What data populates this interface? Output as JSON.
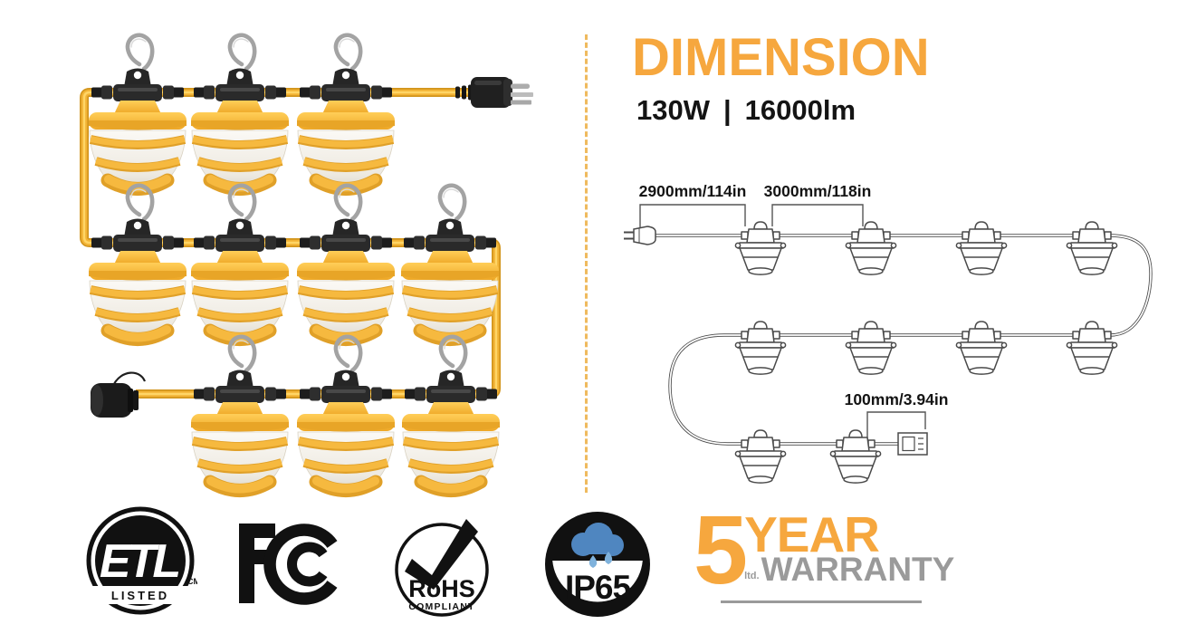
{
  "left_panel": {
    "product_name": "construction-string-lights",
    "lamp_count": 10,
    "rows": [
      {
        "lamps": 3,
        "right_end": "power-plug"
      },
      {
        "lamps": 4
      },
      {
        "lamps": 3,
        "left_end": "end-cap"
      }
    ],
    "colors": {
      "cable_yellow": "#F2B335",
      "lamp_yellow": "#F6B93F",
      "lens_white": "#F2EFE8"
    }
  },
  "right_panel": {
    "title": "DIMENSION",
    "title_color": "#F6A73E",
    "spec": {
      "wattage": "130W",
      "separator": "|",
      "lumens": "16000lm"
    },
    "diagram": {
      "rows": [
        4,
        4,
        2
      ],
      "dim_plug_to_first": "2900mm/114in",
      "dim_lamp_spacing": "3000mm/118in",
      "dim_last_to_end": "100mm/3.94in"
    }
  },
  "certifications": {
    "etl": {
      "letters": "ETL",
      "cm": "CM",
      "listed": "LISTED"
    },
    "fcc": {
      "name": "FCC"
    },
    "rohs": {
      "name": "RoHS",
      "compliant": "COMPLIANT"
    },
    "ip65": {
      "code": "IP65",
      "cloud_blue": "#4F86C0"
    },
    "warranty": {
      "number": "5",
      "year": "YEAR",
      "ltd": "ltd.",
      "warranty": "WARRANTY",
      "orange": "#F6A73E",
      "gray": "#9A9A9A"
    }
  }
}
